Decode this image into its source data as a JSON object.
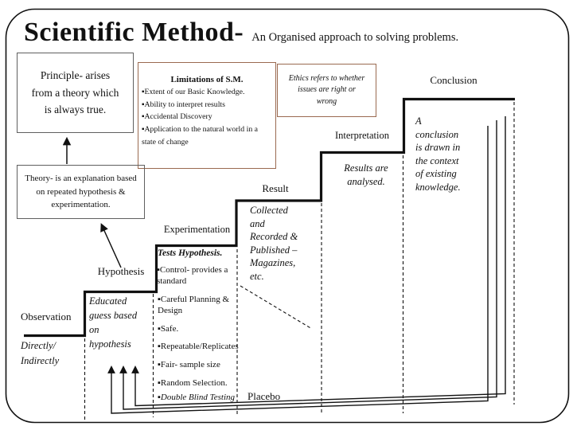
{
  "title": {
    "main": "Scientific Method-",
    "subtitle": "An Organised approach to solving problems."
  },
  "colors": {
    "line": "#111111",
    "gray_border": "#5f5f5f",
    "brown_border": "#9a6a50"
  },
  "boxes": {
    "principle": {
      "text": "Principle- arises\nfrom a theory which\nis always true."
    },
    "limitations": {
      "title": "Limitations of S.M.",
      "items": [
        "▪Extent of our Basic Knowledge.",
        "▪Ability to interpret results",
        "▪Accidental Discovery",
        "▪Application to the natural world in a state of change"
      ]
    },
    "ethics": {
      "text": "Ethics refers to  whether\nissues  are right or\nwrong"
    },
    "theory": {
      "text": "Theory- is an explanation based\non repeated hypothesis &\nexperimentation."
    }
  },
  "steps": {
    "observation": {
      "label": "Observation",
      "note": "Directly/\nIndirectly"
    },
    "hypothesis": {
      "label": "Hypothesis",
      "note": "Educated\nguess based\non\nhypothesis"
    },
    "experimentation": {
      "label": "Experimentation",
      "heading": "Tests Hypothesis.",
      "control": "▪Control- provides a standard",
      "bullets": [
        "▪Careful Planning & Design",
        "▪Safe.",
        "▪Repeatable/Replicates",
        "▪Fair- sample size",
        "▪Random Selection.",
        "▪Double Blind Testing"
      ],
      "placebo": "Placebo"
    },
    "result": {
      "label": "Result",
      "note": "Collected\nand\nRecorded &\nPublished –\nMagazines,\netc."
    },
    "interpretation": {
      "label": "Interpretation",
      "note": "Results are\nanalysed."
    },
    "conclusion": {
      "label": "Conclusion",
      "note": "A\nconclusion\nis drawn in\nthe context\nof existing\nknowledge."
    }
  }
}
